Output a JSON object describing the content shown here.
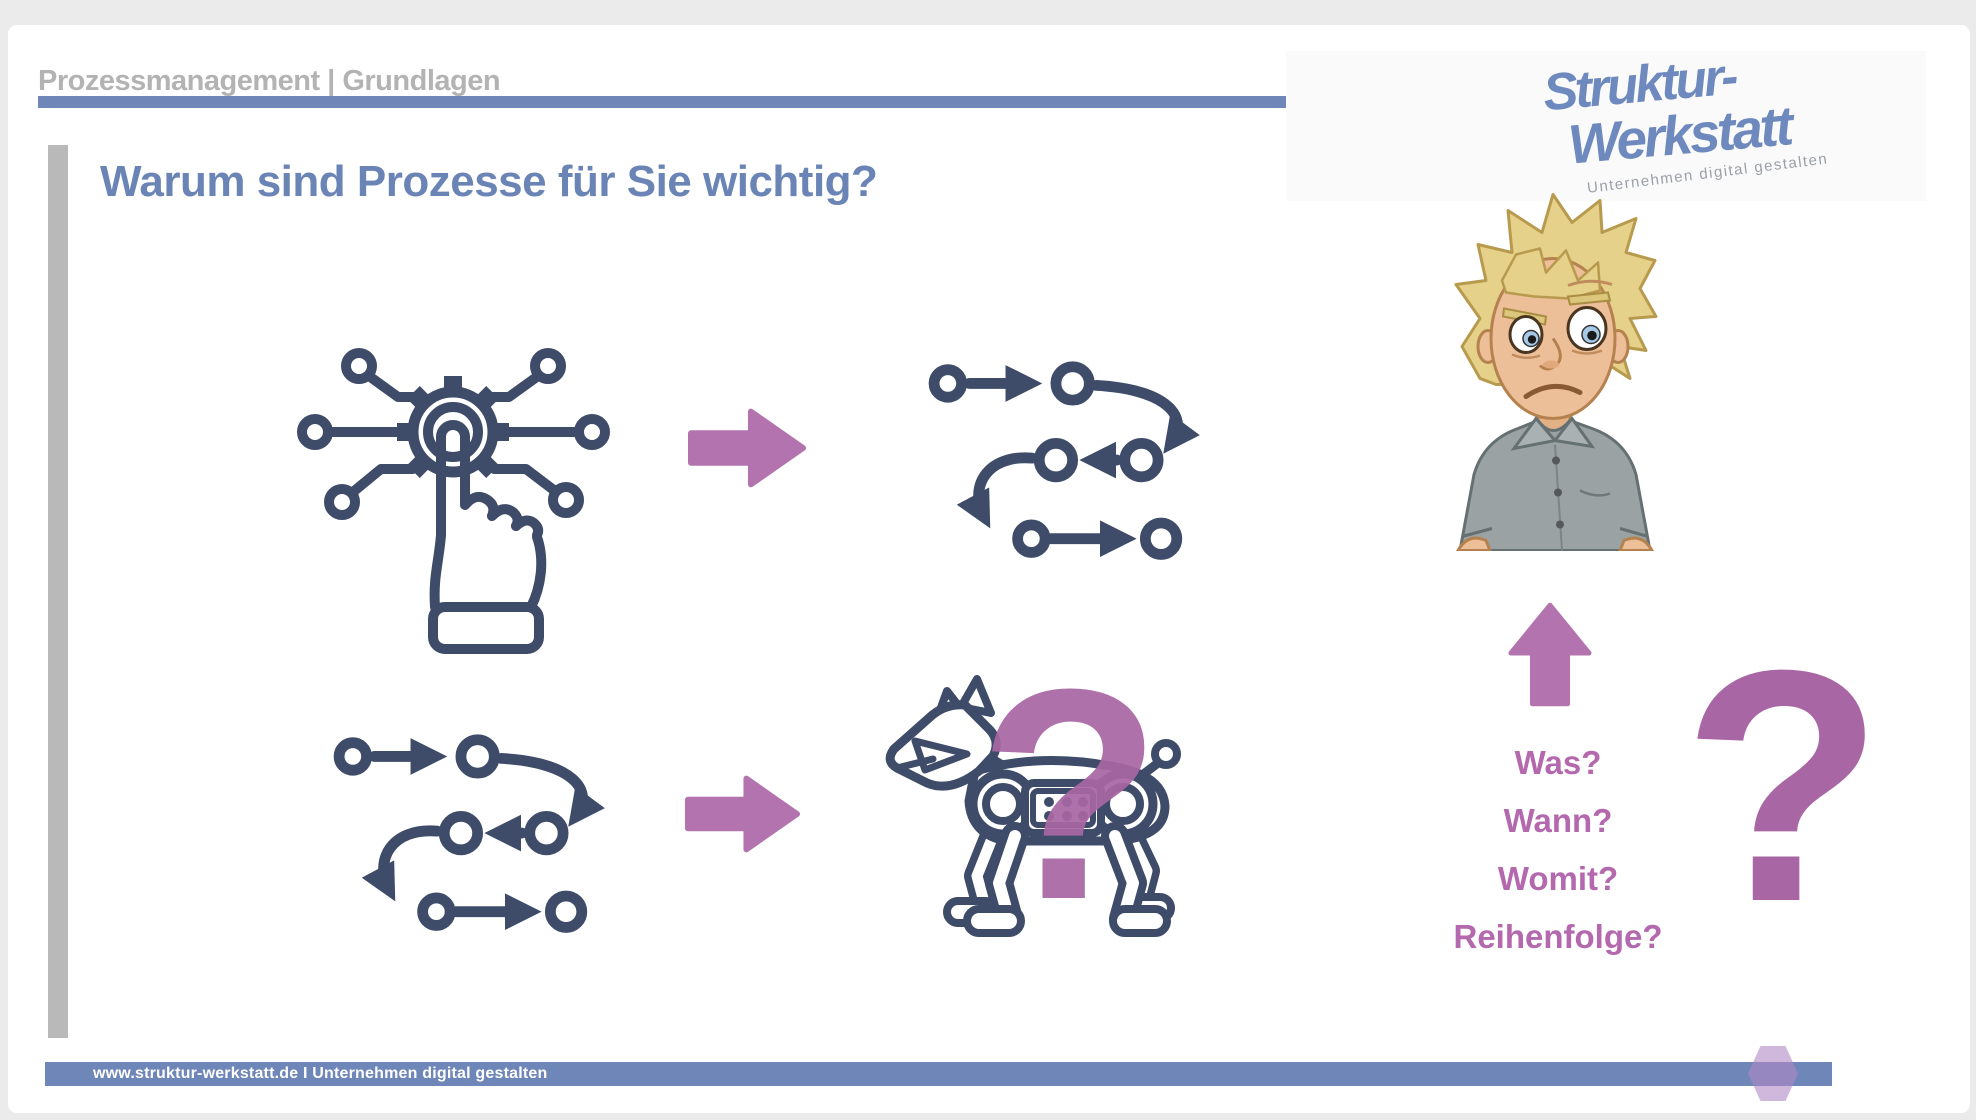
{
  "header": {
    "title": "Prozessmanagement | Grundlagen"
  },
  "logo": {
    "line1": "Struktur-",
    "line2": "Werkstatt",
    "tagline": "Unternehmen digital gestalten"
  },
  "slide": {
    "title": "Warum sind Prozesse für Sie wichtig?",
    "questions": [
      "Was?",
      "Wann?",
      "Womit?",
      "Reihenfolge?"
    ],
    "robot_question_mark": "?",
    "big_question_mark": "?"
  },
  "footer": {
    "text": "www.struktur-werkstatt.de I Unternehmen digital gestalten"
  },
  "icons": {
    "digital_touch": "hand-touching-gear-network-icon",
    "process_flow": "serpentine-process-flow-icon",
    "robot_dog": "robot-dog-icon",
    "arrow_right": "arrow-right-icon",
    "arrow_up": "arrow-up-icon",
    "confused_man": "confused-man-illustration",
    "hexagon": "hexagon-shape"
  },
  "colors": {
    "accent_blue": "#6e86b8",
    "title_blue": "#6b84b6",
    "header_gray": "#b3b3b3",
    "sidebar_gray": "#b9b9b9",
    "icon_navy": "#3e4c6a",
    "purple_arrow": "#b273ae",
    "purple_text": "#b468ae",
    "purple_question": "#a867a4",
    "hexagon_lavender": "#c4a3d0",
    "logo_blue": "#6d89bd"
  }
}
